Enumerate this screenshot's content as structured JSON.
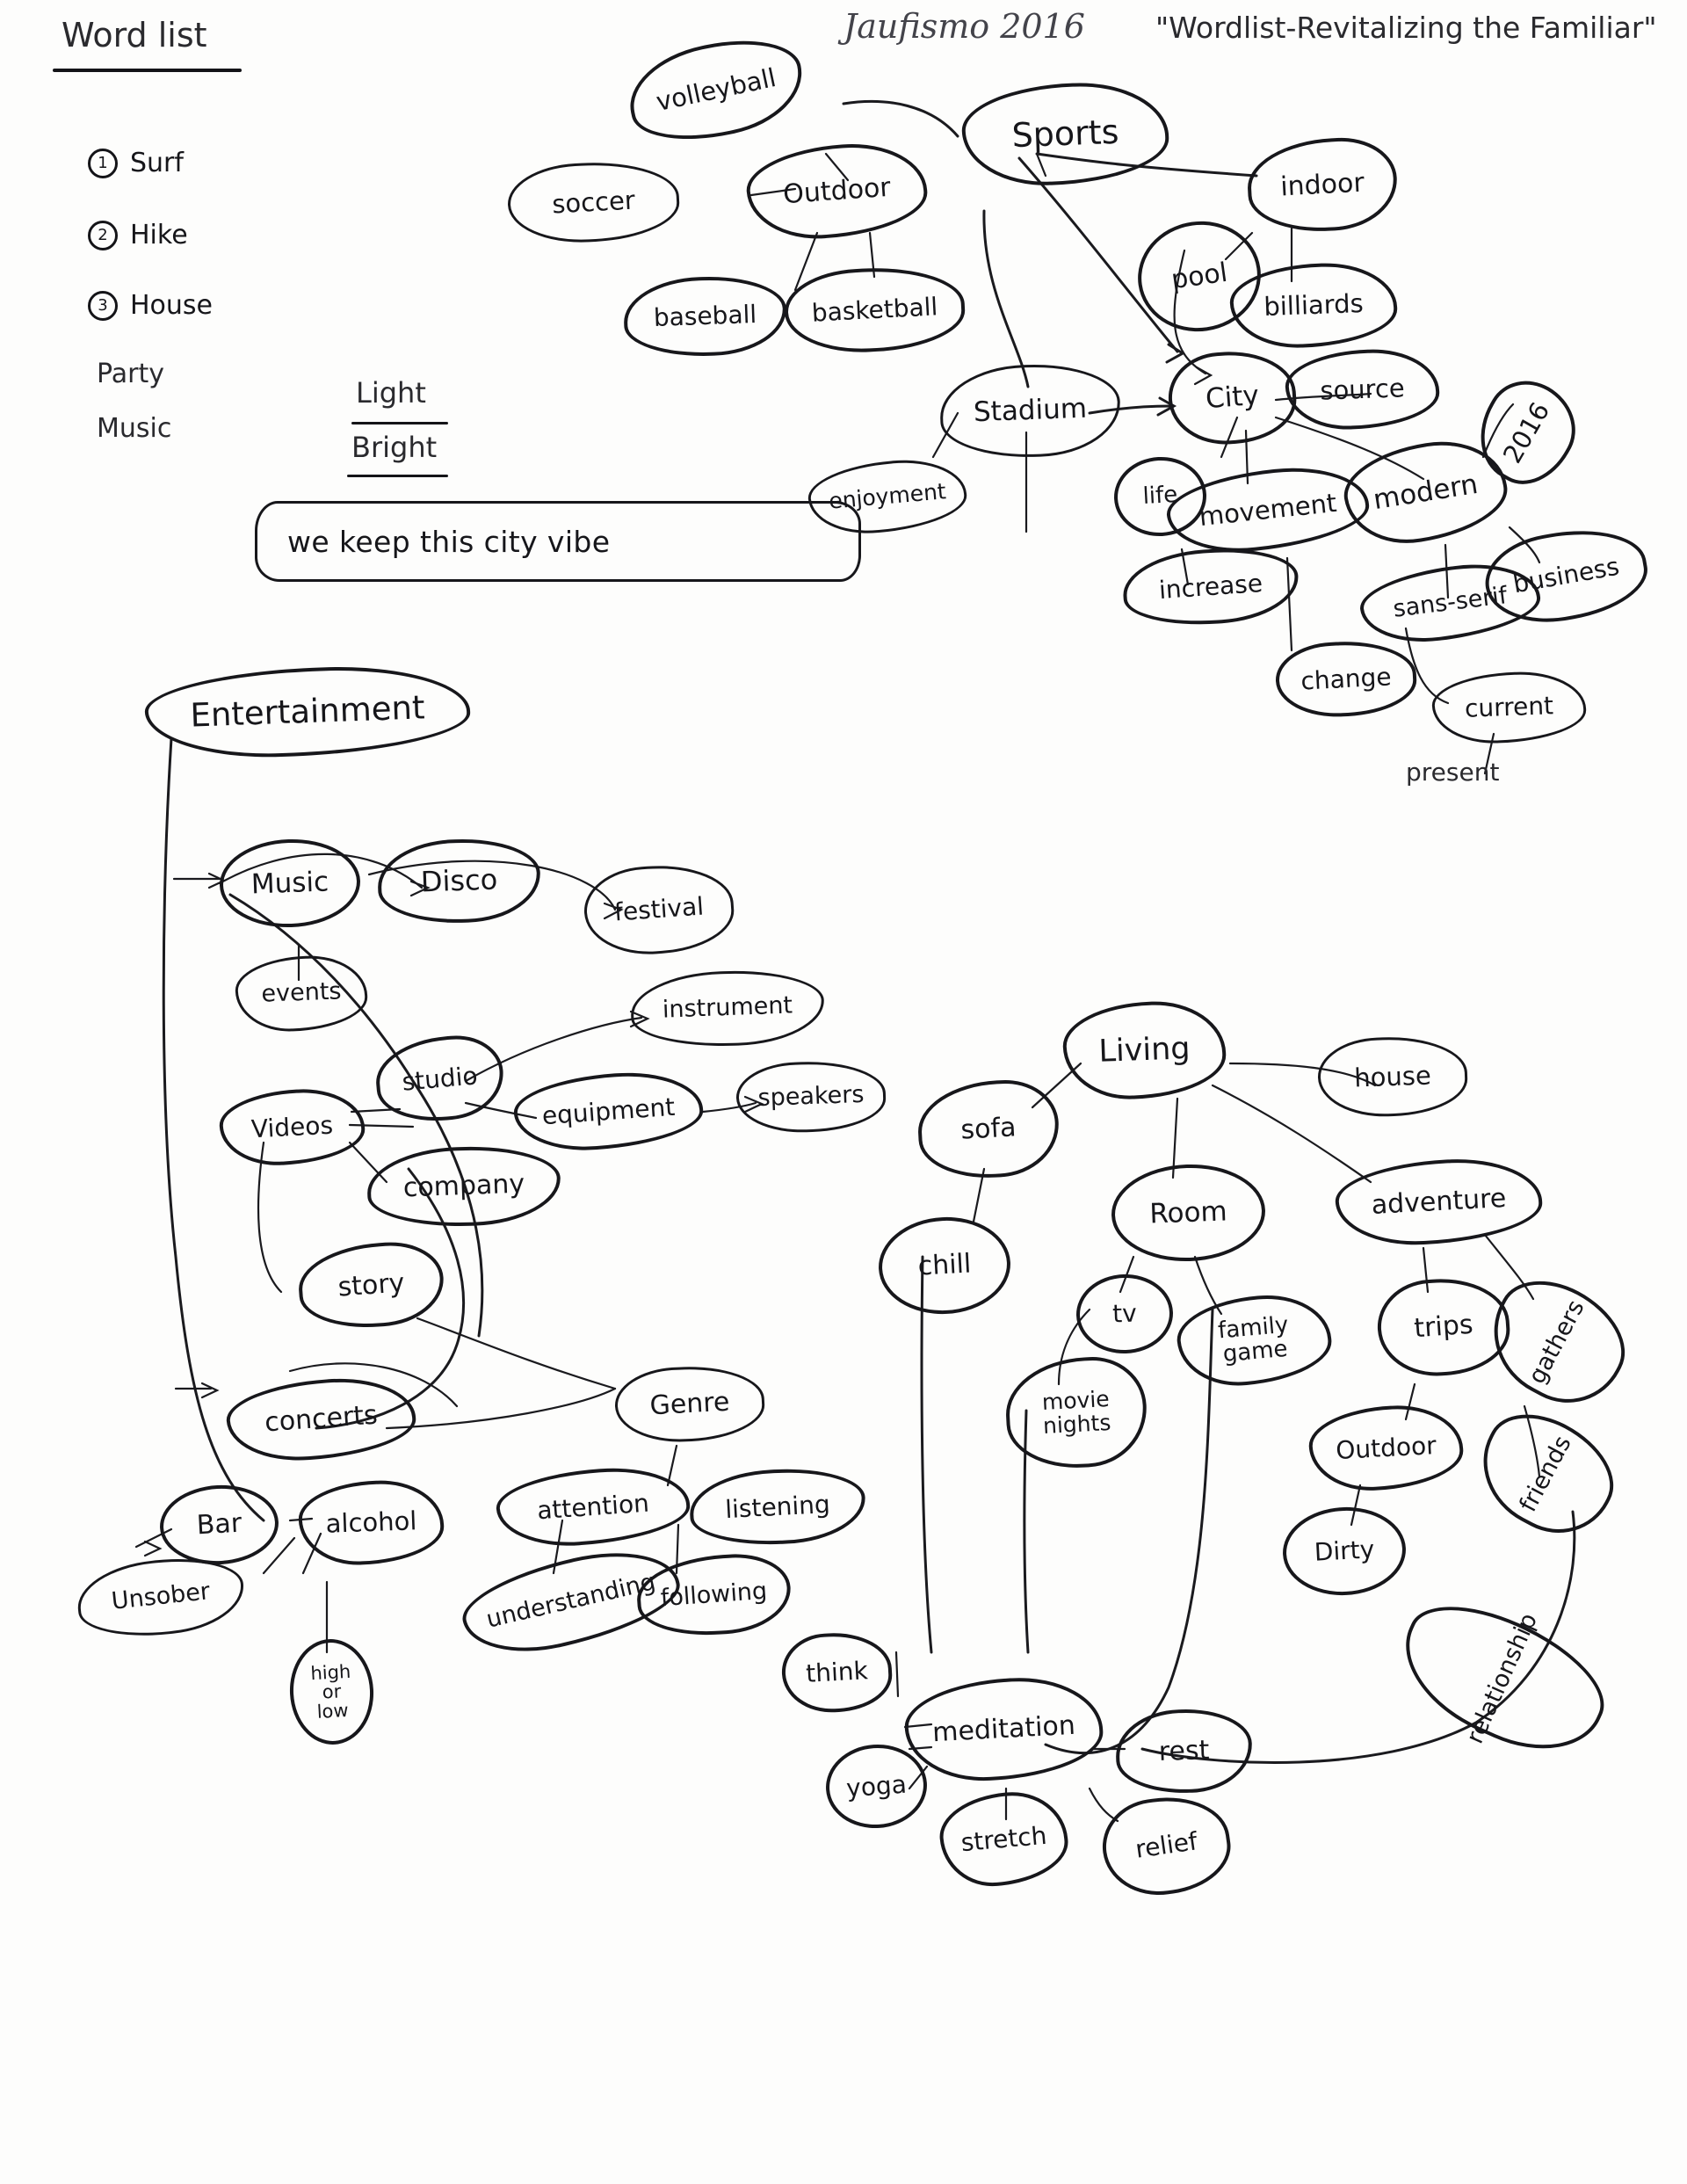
{
  "page": {
    "header_name": "Jaufismo 2016",
    "header_title": "\"Wordlist-Revitalizing the Familiar\""
  },
  "word_list": {
    "heading": "Word list",
    "numbered": [
      {
        "num": "1",
        "label": "Surf"
      },
      {
        "num": "2",
        "label": "Hike"
      },
      {
        "num": "3",
        "label": "House"
      }
    ],
    "extra": [
      "Party",
      "Music"
    ]
  },
  "light_note": {
    "line1": "Light",
    "line2": "Bright"
  },
  "tagline": "we keep this city vibe",
  "nodes": {
    "sports": "Sports",
    "volleyball": "volleyball",
    "soccer": "soccer",
    "outdoor_sport": "Outdoor",
    "baseball": "baseball",
    "basketball": "basketball",
    "indoor": "indoor",
    "pool": "pool",
    "billiards": "billiards",
    "stadium": "Stadium",
    "enjoyment": "enjoyment",
    "city": "City",
    "source": "source",
    "year": "2016",
    "modern": "modern",
    "business": "business",
    "life": "life",
    "movement": "movement",
    "increase": "increase",
    "sans_serif": "sans-serif",
    "change": "change",
    "current": "current",
    "present": "present",
    "entertainment": "Entertainment",
    "music": "Music",
    "disco": "Disco",
    "festival": "festival",
    "events": "events",
    "instrument": "instrument",
    "studio": "studio",
    "equipment": "equipment",
    "speakers": "speakers",
    "videos": "Videos",
    "company": "company",
    "story": "story",
    "concerts": "concerts",
    "genre": "Genre",
    "bar": "Bar",
    "alcohol": "alcohol",
    "unsober": "Unsober",
    "high_or_low": "high\nor\nlow",
    "attention": "attention",
    "listening": "listening",
    "following": "following",
    "understanding": "understanding",
    "living": "Living",
    "sofa": "sofa",
    "house": "house",
    "chill": "chill",
    "room": "Room",
    "adventure": "adventure",
    "tv": "tv",
    "family_game": "family\ngame",
    "trips": "trips",
    "gathers": "gathers",
    "movie_nights": "movie\nnights",
    "outdoor_living": "Outdoor",
    "dirty": "Dirty",
    "friends": "friends",
    "relationship": "relationship",
    "think": "think",
    "meditation": "meditation",
    "yoga": "yoga",
    "stretch": "stretch",
    "rest": "rest",
    "relief": "relief"
  }
}
